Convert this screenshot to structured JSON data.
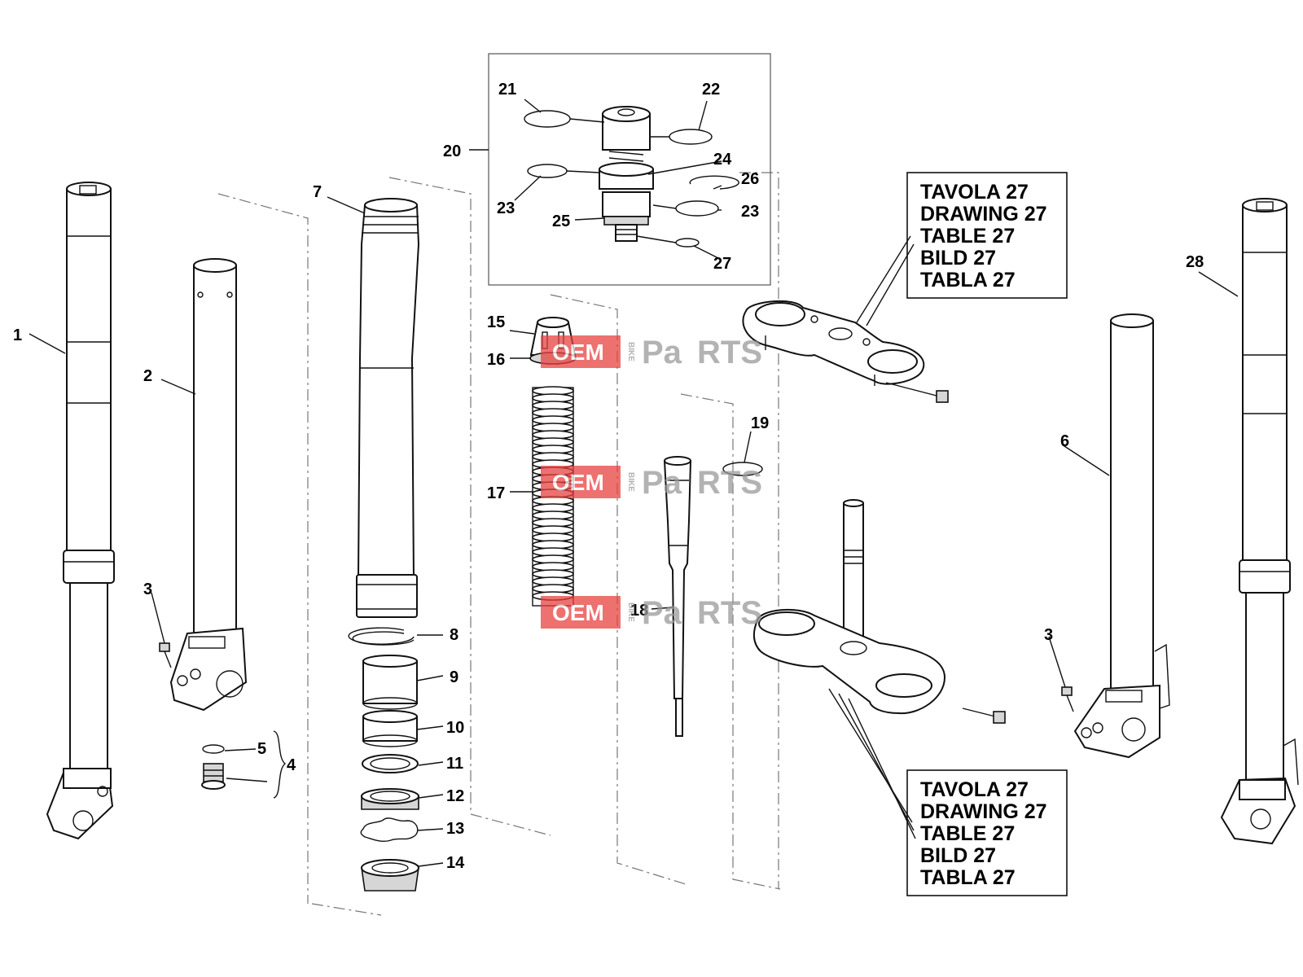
{
  "diagram": {
    "part_labels": [
      "1",
      "2",
      "3",
      "3",
      "4",
      "5",
      "6",
      "7",
      "8",
      "9",
      "10",
      "11",
      "12",
      "13",
      "14",
      "15",
      "16",
      "17",
      "18",
      "19",
      "20",
      "21",
      "22",
      "23",
      "23",
      "24",
      "25",
      "26",
      "27",
      "28"
    ],
    "reference_box_top": [
      "TAVOLA 27",
      "DRAWING 27",
      "TABLE 27",
      "BILD 27",
      "TABLA 27"
    ],
    "reference_box_bottom": [
      "TAVOLA 27",
      "DRAWING 27",
      "TABLE 27",
      "BILD 27",
      "TABLA 27"
    ],
    "watermark": {
      "oem": "OEM",
      "bike": "BIKE",
      "pa": "Pa",
      "rts": "RTS"
    },
    "colors": {
      "line": "#111111",
      "watermark_red": "#e8423f",
      "watermark_gray": "#9a9a9a",
      "shade": "#d6d6d6"
    }
  }
}
